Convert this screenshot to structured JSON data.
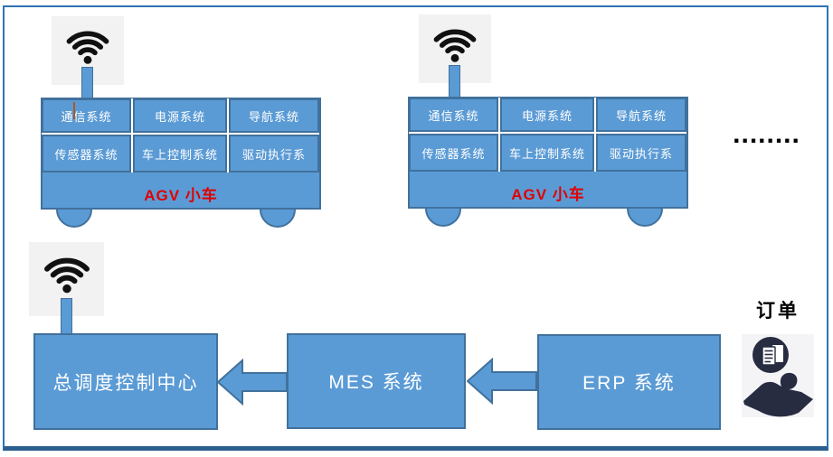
{
  "carts": [
    {
      "label": "AGV 小车",
      "cells": [
        "通信系统",
        "电源系统",
        "导航系统",
        "传感器系统",
        "车上控制系统",
        "驱动执行系"
      ]
    },
    {
      "label": "AGV 小车",
      "cells": [
        "通信系统",
        "电源系统",
        "导航系统",
        "传感器系统",
        "车上控制系统",
        "驱动执行系"
      ]
    }
  ],
  "more_carts_ellipsis": "........",
  "dispatch_center": {
    "label": "总调度控制中心"
  },
  "mes_system": {
    "label": "MES 系统"
  },
  "erp_system": {
    "label": "ERP 系统"
  },
  "order": {
    "label": "订单"
  },
  "icons": {
    "wifi": "wifi-icon",
    "order_receive": "hand-receiving-document-icon"
  },
  "colors": {
    "node_fill": "#5B9BD5",
    "node_border": "#41719C",
    "frame_border": "#2E74B5",
    "agv_label_red": "#E00000",
    "wifi_icon_black": "#111111",
    "order_icon_navy": "#272C41",
    "wifi_tile_gray": "#F2F2F2"
  }
}
